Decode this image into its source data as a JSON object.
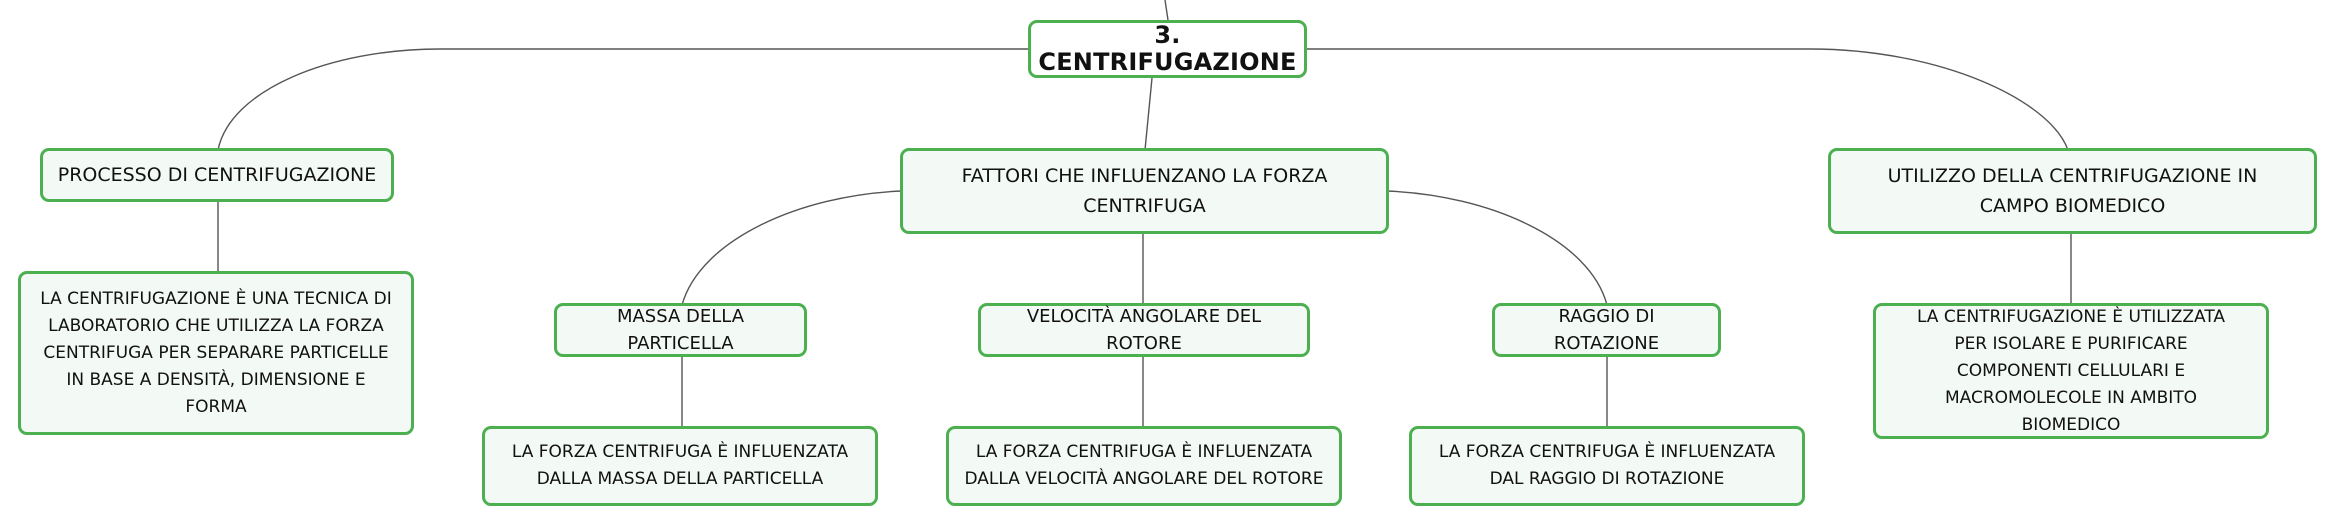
{
  "root": {
    "label": "3. CENTRIFUGAZIONE"
  },
  "branches": [
    {
      "label": "PROCESSO DI CENTRIFUGAZIONE",
      "detail": "LA CENTRIFUGAZIONE È UNA TECNICA DI LABORATORIO CHE UTILIZZA LA FORZA CENTRIFUGA PER SEPARARE PARTICELLE IN BASE A DENSITÀ, DIMENSIONE E FORMA"
    },
    {
      "label": "FATTORI CHE INFLUENZANO LA FORZA CENTRIFUGA",
      "factors": [
        {
          "label": "MASSA DELLA PARTICELLA",
          "detail": "LA FORZA CENTRIFUGA È INFLUENZATA DALLA MASSA DELLA PARTICELLA"
        },
        {
          "label": "VELOCITÀ ANGOLARE DEL ROTORE",
          "detail": "LA FORZA CENTRIFUGA È INFLUENZATA DALLA VELOCITÀ ANGOLARE DEL ROTORE"
        },
        {
          "label": "RAGGIO DI ROTAZIONE",
          "detail": "LA FORZA CENTRIFUGA È INFLUENZATA DAL RAGGIO DI ROTAZIONE"
        }
      ]
    },
    {
      "label": "UTILIZZO DELLA CENTRIFUGAZIONE IN CAMPO BIOMEDICO",
      "detail": "LA CENTRIFUGAZIONE È UTILIZZATA PER ISOLARE E PURIFICARE COMPONENTI CELLULARI E MACROMOLECOLE IN AMBITO BIOMEDICO"
    }
  ],
  "colors": {
    "border": "#4caf50",
    "fill": "#f3f9f4",
    "line": "#555555"
  }
}
